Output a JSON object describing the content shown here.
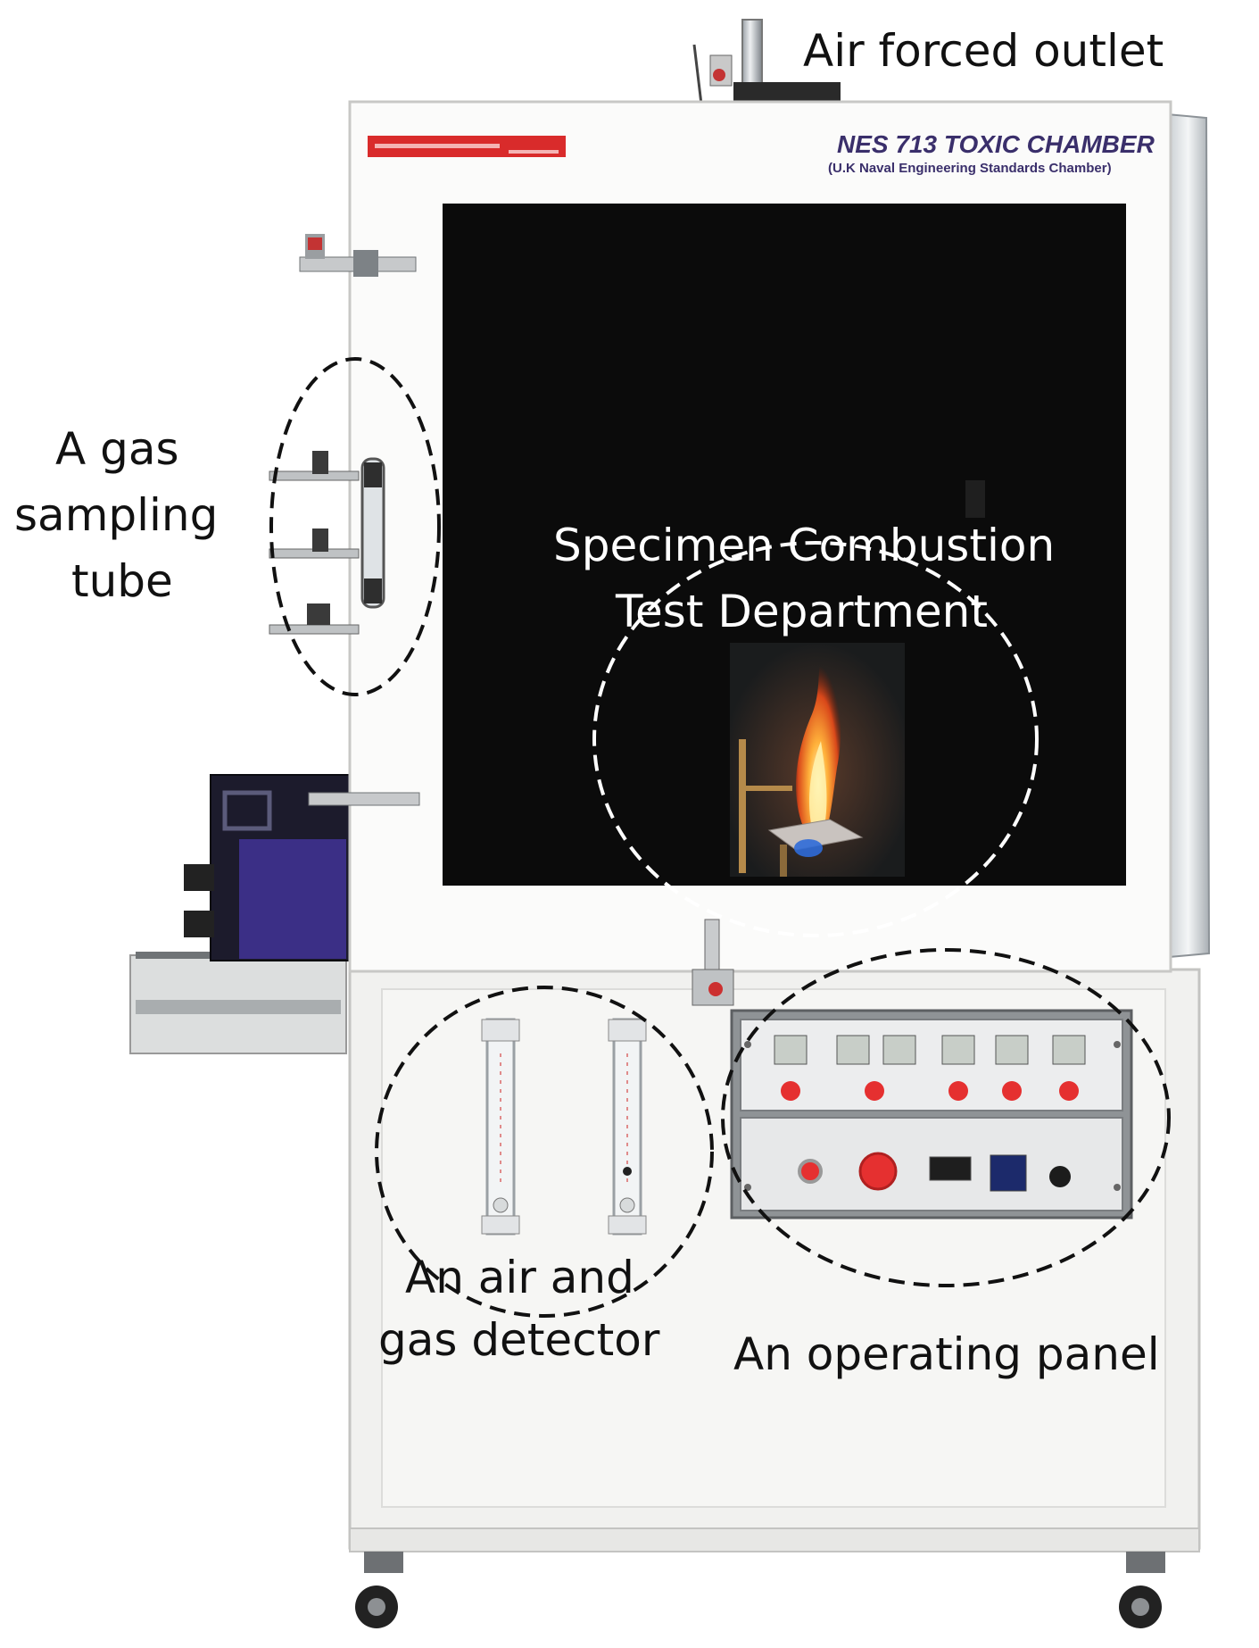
{
  "labels": {
    "air_outlet": "Air forced outlet",
    "gas_tube": [
      "A gas",
      "sampling",
      "tube"
    ],
    "specimen": [
      "Specimen Combustion",
      "Test Department"
    ],
    "detector": [
      "An air and",
      "gas detector"
    ],
    "panel": "An operating panel"
  },
  "nameplate": {
    "title": "NES 713 TOXIC CHAMBER",
    "subtitle": "(U.K Naval Engineering Standards Chamber)"
  },
  "colors": {
    "window": "#0b0b0b",
    "cabinet": "#f3f3f1",
    "annotation_dark": "#111111",
    "annotation_light": "#ffffff",
    "brand_red": "#d92b2b",
    "nameplate_text": "#3a2f6b",
    "panel_button_red": "#e53030"
  }
}
